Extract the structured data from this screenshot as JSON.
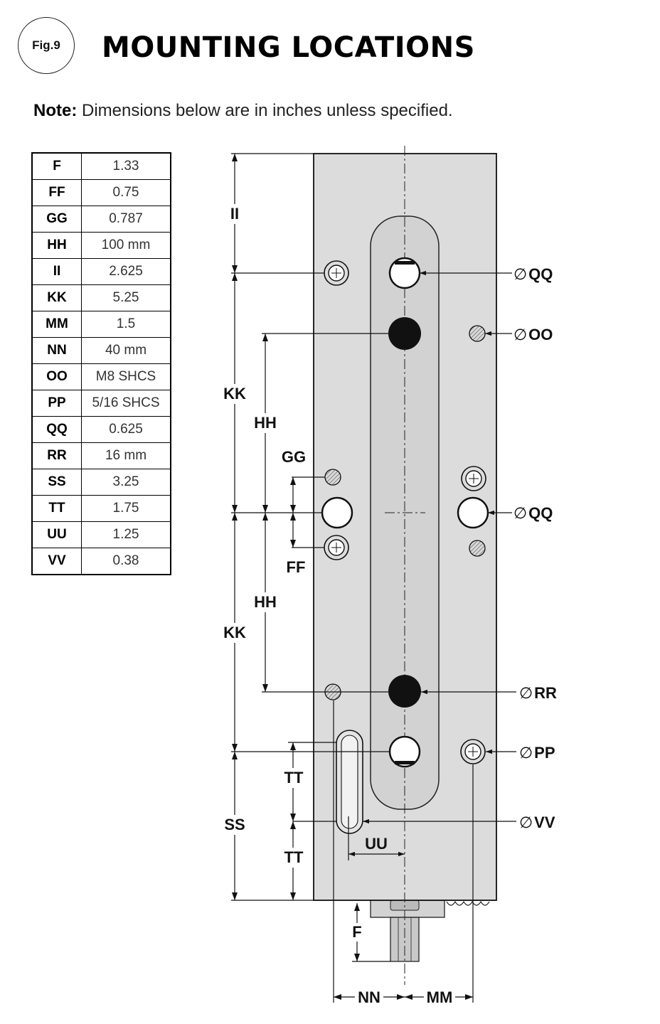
{
  "figure": {
    "badge": "Fig.9",
    "title": "MOUNTING LOCATIONS"
  },
  "note": {
    "label": "Note:",
    "text": " Dimensions below are in inches unless specified."
  },
  "dimensions_table": [
    {
      "key": "F",
      "value": "1.33"
    },
    {
      "key": "FF",
      "value": "0.75"
    },
    {
      "key": "GG",
      "value": "0.787"
    },
    {
      "key": "HH",
      "value": "100 mm"
    },
    {
      "key": "II",
      "value": "2.625"
    },
    {
      "key": "KK",
      "value": "5.25"
    },
    {
      "key": "MM",
      "value": "1.5"
    },
    {
      "key": "NN",
      "value": "40 mm"
    },
    {
      "key": "OO",
      "value": "M8 SHCS"
    },
    {
      "key": "PP",
      "value": "5/16 SHCS"
    },
    {
      "key": "QQ",
      "value": "0.625"
    },
    {
      "key": "RR",
      "value": "16 mm"
    },
    {
      "key": "SS",
      "value": "3.25"
    },
    {
      "key": "TT",
      "value": "1.75"
    },
    {
      "key": "UU",
      "value": "1.25"
    },
    {
      "key": "VV",
      "value": "0.38"
    }
  ],
  "drawing": {
    "diameter_symbol": "∅",
    "callouts": {
      "qq_top": "QQ",
      "oo": "OO",
      "qq_mid": "QQ",
      "rr": "RR",
      "pp": "PP",
      "vv": "VV"
    },
    "dims": {
      "ii": "II",
      "kk_top": "KK",
      "kk_bottom": "KK",
      "ss": "SS",
      "hh_top": "HH",
      "hh_bottom": "HH",
      "gg": "GG",
      "ff": "FF",
      "tt_top": "TT",
      "tt_bottom": "TT",
      "uu": "UU",
      "f": "F",
      "nn": "NN",
      "mm": "MM"
    }
  }
}
